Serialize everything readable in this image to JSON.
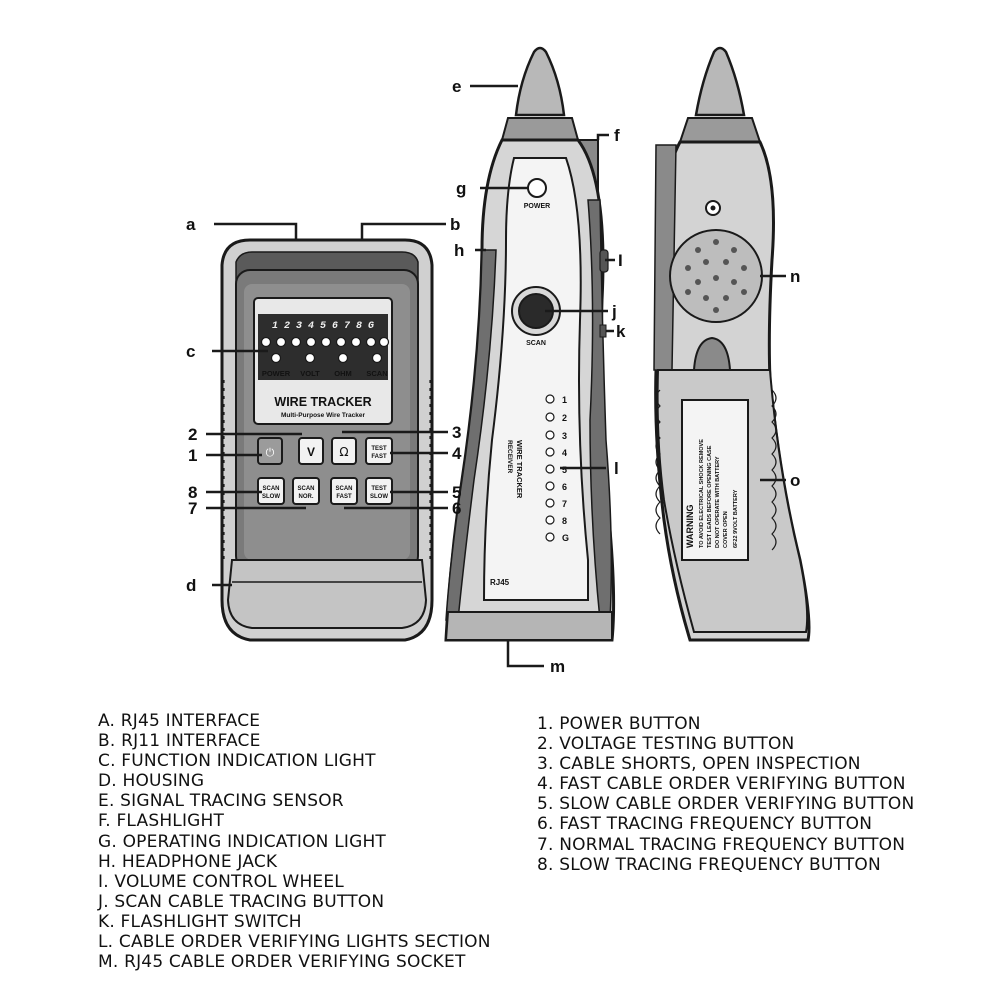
{
  "callouts": {
    "a": "a",
    "b": "b",
    "c": "c",
    "d": "d",
    "e": "e",
    "f": "f",
    "g": "g",
    "h": "h",
    "i": "I",
    "j": "j",
    "k": "k",
    "l": "l",
    "m": "m",
    "n": "n",
    "o": "o",
    "n1": "1",
    "n2": "2",
    "n3": "3",
    "n4": "4",
    "n5": "5",
    "n6": "6",
    "n7": "7",
    "n8": "8"
  },
  "transmitter": {
    "lcd_digits": "1 2 3 4 5 6 7 8 G",
    "indicators": [
      "POWER",
      "VOLT",
      "OHM",
      "SCAN"
    ],
    "brand_title": "WIRE TRACKER",
    "brand_subtitle": "Multi-Purpose Wire Tracker",
    "buttons": {
      "power": "⏻",
      "volt": "V",
      "ohm": "Ω",
      "test_fast": [
        "TEST",
        "FAST"
      ],
      "scan_slow": [
        "SCAN",
        "SLOW"
      ],
      "scan_nor": [
        "SCAN",
        "NOR."
      ],
      "scan_fast": [
        "SCAN",
        "FAST"
      ],
      "test_slow": [
        "TEST",
        "SLOW"
      ]
    }
  },
  "receiver": {
    "power_label": "POWER",
    "scan_label": "SCAN",
    "leds": [
      "1",
      "2",
      "3",
      "4",
      "5",
      "6",
      "7",
      "8",
      "G"
    ],
    "title": "WIRE TRACKER",
    "subtitle": "RECEIVER",
    "rj45_label": "RJ45"
  },
  "back": {
    "warning_title": "WARNING",
    "warning_lines": [
      "TO AVOID ELECTRICAL SHOCK REMOVE",
      "TEST LEADS BEFORE OPENING CASE",
      "DO NOT OPERATE WITH BATTERY",
      "COVER OPEN",
      "6F22 9VOLT BATTERY"
    ]
  },
  "legend_left": [
    "A. RJ45 INTERFACE",
    "B. RJ11 INTERFACE",
    "C. FUNCTION INDICATION LIGHT",
    "D. HOUSING",
    "E. SIGNAL TRACING SENSOR",
    "F. FLASHLIGHT",
    "G. OPERATING INDICATION LIGHT",
    "H. HEADPHONE JACK",
    "I. VOLUME CONTROL WHEEL",
    "J. SCAN CABLE TRACING BUTTON",
    "K. FLASHLIGHT SWITCH",
    "L. CABLE ORDER VERIFYING LIGHTS SECTION",
    "M. RJ45 CABLE ORDER VERIFYING SOCKET"
  ],
  "legend_right": [
    "1. POWER BUTTON",
    "2. VOLTAGE TESTING BUTTON",
    "3. CABLE SHORTS, OPEN INSPECTION",
    "4. FAST CABLE ORDER VERIFYING BUTTON",
    "5. SLOW CABLE ORDER VERIFYING BUTTON",
    "6. FAST TRACING FREQUENCY BUTTON",
    "7. NORMAL TRACING FREQUENCY BUTTON",
    "8. SLOW TRACING FREQUENCY BUTTON"
  ],
  "colors": {
    "body_light": "#d9d9d9",
    "body_mid": "#b3b3b3",
    "body_dark": "#555555",
    "outline": "#1a1a1a",
    "lcd": "#e8e8e8",
    "red_button": "#9b9b9b"
  }
}
